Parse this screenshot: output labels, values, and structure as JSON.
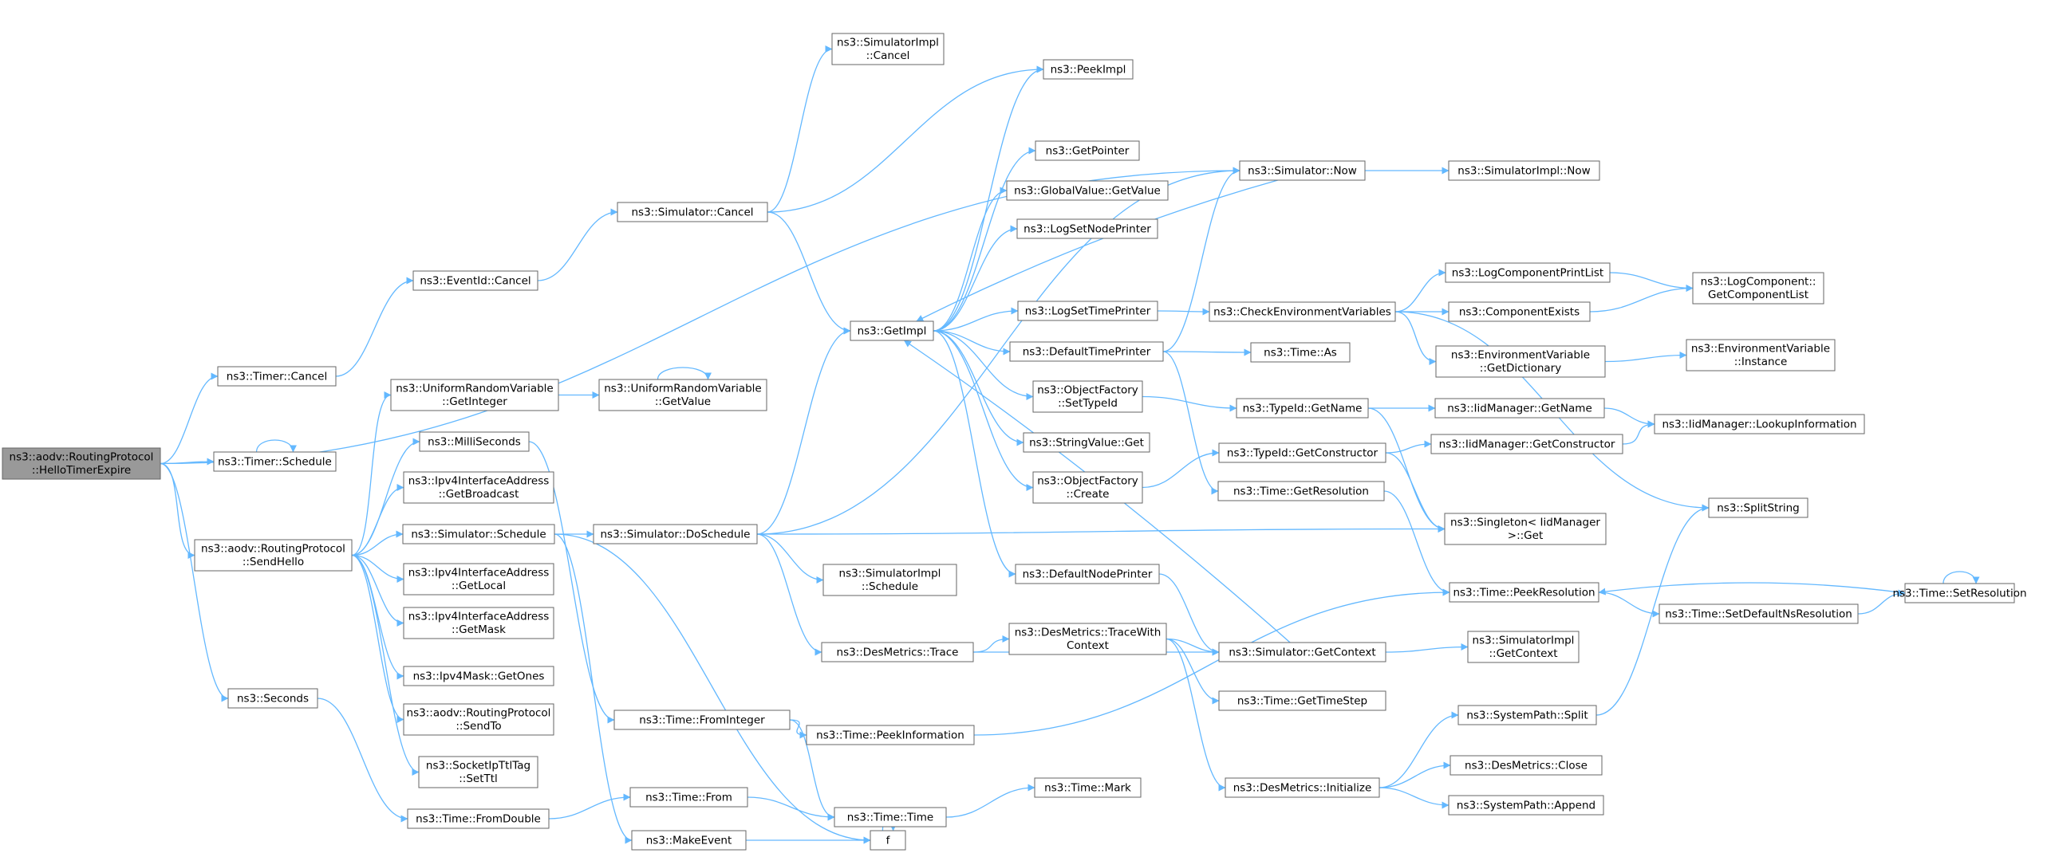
{
  "nodes": [
    {
      "id": "hello",
      "lines": [
        "ns3::aodv::RoutingProtocol",
        "::HelloTimerExpire"
      ],
      "root": true
    },
    {
      "id": "timercancel",
      "lines": [
        "ns3::Timer::Cancel"
      ]
    },
    {
      "id": "timersched",
      "lines": [
        "ns3::Timer::Schedule"
      ]
    },
    {
      "id": "sendhello",
      "lines": [
        "ns3::aodv::RoutingProtocol",
        "::SendHello"
      ]
    },
    {
      "id": "seconds",
      "lines": [
        "ns3::Seconds"
      ]
    },
    {
      "id": "eventcancel",
      "lines": [
        "ns3::EventId::Cancel"
      ]
    },
    {
      "id": "urvint",
      "lines": [
        "ns3::UniformRandomVariable",
        "::GetInteger"
      ]
    },
    {
      "id": "milli",
      "lines": [
        "ns3::MilliSeconds"
      ]
    },
    {
      "id": "bcast",
      "lines": [
        "ns3::Ipv4InterfaceAddress",
        "::GetBroadcast"
      ]
    },
    {
      "id": "simsched",
      "lines": [
        "ns3::Simulator::Schedule"
      ]
    },
    {
      "id": "local",
      "lines": [
        "ns3::Ipv4InterfaceAddress",
        "::GetLocal"
      ]
    },
    {
      "id": "mask",
      "lines": [
        "ns3::Ipv4InterfaceAddress",
        "::GetMask"
      ]
    },
    {
      "id": "ones",
      "lines": [
        "ns3::Ipv4Mask::GetOnes"
      ]
    },
    {
      "id": "sendto",
      "lines": [
        "ns3::aodv::RoutingProtocol",
        "::SendTo"
      ]
    },
    {
      "id": "setttl",
      "lines": [
        "ns3::SocketIpTtlTag",
        "::SetTtl"
      ]
    },
    {
      "id": "fromdouble",
      "lines": [
        "ns3::Time::FromDouble"
      ]
    },
    {
      "id": "simcancel",
      "lines": [
        "ns3::Simulator::Cancel"
      ]
    },
    {
      "id": "urvval",
      "lines": [
        "ns3::UniformRandomVariable",
        "::GetValue"
      ]
    },
    {
      "id": "dosched",
      "lines": [
        "ns3::Simulator::DoSchedule"
      ]
    },
    {
      "id": "fromint",
      "lines": [
        "ns3::Time::FromInteger"
      ]
    },
    {
      "id": "from",
      "lines": [
        "ns3::Time::From"
      ]
    },
    {
      "id": "makeevent",
      "lines": [
        "ns3::MakeEvent"
      ]
    },
    {
      "id": "implcancel",
      "lines": [
        "ns3::SimulatorImpl",
        "::Cancel"
      ]
    },
    {
      "id": "getimpl",
      "lines": [
        "ns3::GetImpl"
      ]
    },
    {
      "id": "implsched",
      "lines": [
        "ns3::SimulatorImpl",
        "::Schedule"
      ]
    },
    {
      "id": "trace",
      "lines": [
        "ns3::DesMetrics::Trace"
      ]
    },
    {
      "id": "peekinfo",
      "lines": [
        "ns3::Time::PeekInformation"
      ]
    },
    {
      "id": "timetime",
      "lines": [
        "ns3::Time::Time"
      ]
    },
    {
      "id": "f",
      "lines": [
        "f"
      ]
    },
    {
      "id": "peekimpl",
      "lines": [
        "ns3::PeekImpl"
      ]
    },
    {
      "id": "getptr",
      "lines": [
        "ns3::GetPointer"
      ]
    },
    {
      "id": "gvgetval",
      "lines": [
        "ns3::GlobalValue::GetValue"
      ]
    },
    {
      "id": "lognode",
      "lines": [
        "ns3::LogSetNodePrinter"
      ]
    },
    {
      "id": "logtime",
      "lines": [
        "ns3::LogSetTimePrinter"
      ]
    },
    {
      "id": "deftime",
      "lines": [
        "ns3::DefaultTimePrinter"
      ]
    },
    {
      "id": "ofsettid",
      "lines": [
        "ns3::ObjectFactory",
        "::SetTypeId"
      ]
    },
    {
      "id": "strget",
      "lines": [
        "ns3::StringValue::Get"
      ]
    },
    {
      "id": "ofcreate",
      "lines": [
        "ns3::ObjectFactory",
        "::Create"
      ]
    },
    {
      "id": "defnode",
      "lines": [
        "ns3::DefaultNodePrinter"
      ]
    },
    {
      "id": "tracewith",
      "lines": [
        "ns3::DesMetrics::TraceWith",
        "Context"
      ]
    },
    {
      "id": "mark",
      "lines": [
        "ns3::Time::Mark"
      ]
    },
    {
      "id": "simnow",
      "lines": [
        "ns3::Simulator::Now"
      ]
    },
    {
      "id": "checkenv",
      "lines": [
        "ns3::CheckEnvironmentVariables"
      ]
    },
    {
      "id": "timeas",
      "lines": [
        "ns3::Time::As"
      ]
    },
    {
      "id": "tidgetname",
      "lines": [
        "ns3::TypeId::GetName"
      ]
    },
    {
      "id": "tidgetctor",
      "lines": [
        "ns3::TypeId::GetConstructor"
      ]
    },
    {
      "id": "getres",
      "lines": [
        "ns3::Time::GetResolution"
      ]
    },
    {
      "id": "getctx",
      "lines": [
        "ns3::Simulator::GetContext"
      ]
    },
    {
      "id": "gettimestep",
      "lines": [
        "ns3::Time::GetTimeStep"
      ]
    },
    {
      "id": "dminit",
      "lines": [
        "ns3::DesMetrics::Initialize"
      ]
    },
    {
      "id": "implnow",
      "lines": [
        "ns3::SimulatorImpl::Now"
      ]
    },
    {
      "id": "lcprintlist",
      "lines": [
        "ns3::LogComponentPrintList"
      ]
    },
    {
      "id": "compexists",
      "lines": [
        "ns3::ComponentExists"
      ]
    },
    {
      "id": "envdict",
      "lines": [
        "ns3::EnvironmentVariable",
        "::GetDictionary"
      ]
    },
    {
      "id": "iidgetname",
      "lines": [
        "ns3::IidManager::GetName"
      ]
    },
    {
      "id": "iidgetctor",
      "lines": [
        "ns3::IidManager::GetConstructor"
      ]
    },
    {
      "id": "singleton",
      "lines": [
        "ns3::Singleton< IidManager",
        ">::Get"
      ]
    },
    {
      "id": "peekres",
      "lines": [
        "ns3::Time::PeekResolution"
      ]
    },
    {
      "id": "implgetctx",
      "lines": [
        "ns3::SimulatorImpl",
        "::GetContext"
      ]
    },
    {
      "id": "spsplit",
      "lines": [
        "ns3::SystemPath::Split"
      ]
    },
    {
      "id": "dmclose",
      "lines": [
        "ns3::DesMetrics::Close"
      ]
    },
    {
      "id": "spappend",
      "lines": [
        "ns3::SystemPath::Append"
      ]
    },
    {
      "id": "lcgetlist",
      "lines": [
        "ns3::LogComponent::",
        "GetComponentList"
      ]
    },
    {
      "id": "envinst",
      "lines": [
        "ns3::EnvironmentVariable",
        "::Instance"
      ]
    },
    {
      "id": "iidlookup",
      "lines": [
        "ns3::IidManager::LookupInformation"
      ]
    },
    {
      "id": "splitstr",
      "lines": [
        "ns3::SplitString"
      ]
    },
    {
      "id": "setdefns",
      "lines": [
        "ns3::Time::SetDefaultNsResolution"
      ]
    },
    {
      "id": "setres",
      "lines": [
        "ns3::Time::SetResolution"
      ]
    }
  ],
  "edges": [
    [
      "hello",
      "timercancel"
    ],
    [
      "hello",
      "timersched"
    ],
    [
      "hello",
      "sendhello"
    ],
    [
      "hello",
      "seconds"
    ],
    [
      "hello",
      "simnow"
    ],
    [
      "timercancel",
      "eventcancel"
    ],
    [
      "timersched",
      "timersched"
    ],
    [
      "sendhello",
      "urvint"
    ],
    [
      "sendhello",
      "milli"
    ],
    [
      "sendhello",
      "bcast"
    ],
    [
      "sendhello",
      "simsched"
    ],
    [
      "sendhello",
      "local"
    ],
    [
      "sendhello",
      "mask"
    ],
    [
      "sendhello",
      "ones"
    ],
    [
      "sendhello",
      "sendto"
    ],
    [
      "sendhello",
      "setttl"
    ],
    [
      "seconds",
      "fromdouble"
    ],
    [
      "eventcancel",
      "simcancel"
    ],
    [
      "urvint",
      "urvval"
    ],
    [
      "urvval",
      "urvval"
    ],
    [
      "milli",
      "fromint"
    ],
    [
      "simsched",
      "dosched"
    ],
    [
      "simsched",
      "makeevent"
    ],
    [
      "simsched",
      "f"
    ],
    [
      "fromdouble",
      "from"
    ],
    [
      "simcancel",
      "implcancel"
    ],
    [
      "simcancel",
      "peekimpl"
    ],
    [
      "simcancel",
      "getimpl"
    ],
    [
      "dosched",
      "simnow"
    ],
    [
      "dosched",
      "getimpl"
    ],
    [
      "dosched",
      "implsched"
    ],
    [
      "dosched",
      "trace"
    ],
    [
      "dosched",
      "singleton"
    ],
    [
      "fromint",
      "peekinfo"
    ],
    [
      "fromint",
      "timetime"
    ],
    [
      "from",
      "timetime"
    ],
    [
      "makeevent",
      "f"
    ],
    [
      "f",
      "f"
    ],
    [
      "getimpl",
      "peekimpl"
    ],
    [
      "getimpl",
      "getptr"
    ],
    [
      "getimpl",
      "gvgetval"
    ],
    [
      "getimpl",
      "lognode"
    ],
    [
      "getimpl",
      "logtime"
    ],
    [
      "getimpl",
      "deftime"
    ],
    [
      "getimpl",
      "ofsettid"
    ],
    [
      "getimpl",
      "strget"
    ],
    [
      "getimpl",
      "ofcreate"
    ],
    [
      "getimpl",
      "defnode"
    ],
    [
      "trace",
      "getctx"
    ],
    [
      "trace",
      "tracewith"
    ],
    [
      "peekinfo",
      "peekres"
    ],
    [
      "timetime",
      "mark"
    ],
    [
      "logtime",
      "checkenv"
    ],
    [
      "deftime",
      "simnow"
    ],
    [
      "deftime",
      "timeas"
    ],
    [
      "deftime",
      "getres"
    ],
    [
      "ofsettid",
      "tidgetname"
    ],
    [
      "ofcreate",
      "tidgetctor"
    ],
    [
      "defnode",
      "getctx"
    ],
    [
      "tracewith",
      "getctx"
    ],
    [
      "tracewith",
      "gettimestep"
    ],
    [
      "tracewith",
      "dminit"
    ],
    [
      "simnow",
      "implnow"
    ],
    [
      "simnow",
      "getimpl"
    ],
    [
      "checkenv",
      "lcprintlist"
    ],
    [
      "checkenv",
      "compexists"
    ],
    [
      "checkenv",
      "envdict"
    ],
    [
      "checkenv",
      "splitstr"
    ],
    [
      "tidgetname",
      "iidgetname"
    ],
    [
      "tidgetname",
      "singleton"
    ],
    [
      "tidgetctor",
      "iidgetctor"
    ],
    [
      "tidgetctor",
      "singleton"
    ],
    [
      "getres",
      "peekres"
    ],
    [
      "getctx",
      "implgetctx"
    ],
    [
      "getctx",
      "getimpl"
    ],
    [
      "dminit",
      "spsplit"
    ],
    [
      "dminit",
      "dmclose"
    ],
    [
      "dminit",
      "spappend"
    ],
    [
      "lcprintlist",
      "lcgetlist"
    ],
    [
      "compexists",
      "lcgetlist"
    ],
    [
      "envdict",
      "envinst"
    ],
    [
      "iidgetname",
      "iidlookup"
    ],
    [
      "iidgetctor",
      "iidlookup"
    ],
    [
      "spsplit",
      "splitstr"
    ],
    [
      "peekres",
      "setdefns"
    ],
    [
      "setdefns",
      "setres"
    ],
    [
      "setres",
      "peekres"
    ],
    [
      "setres",
      "setres"
    ]
  ]
}
